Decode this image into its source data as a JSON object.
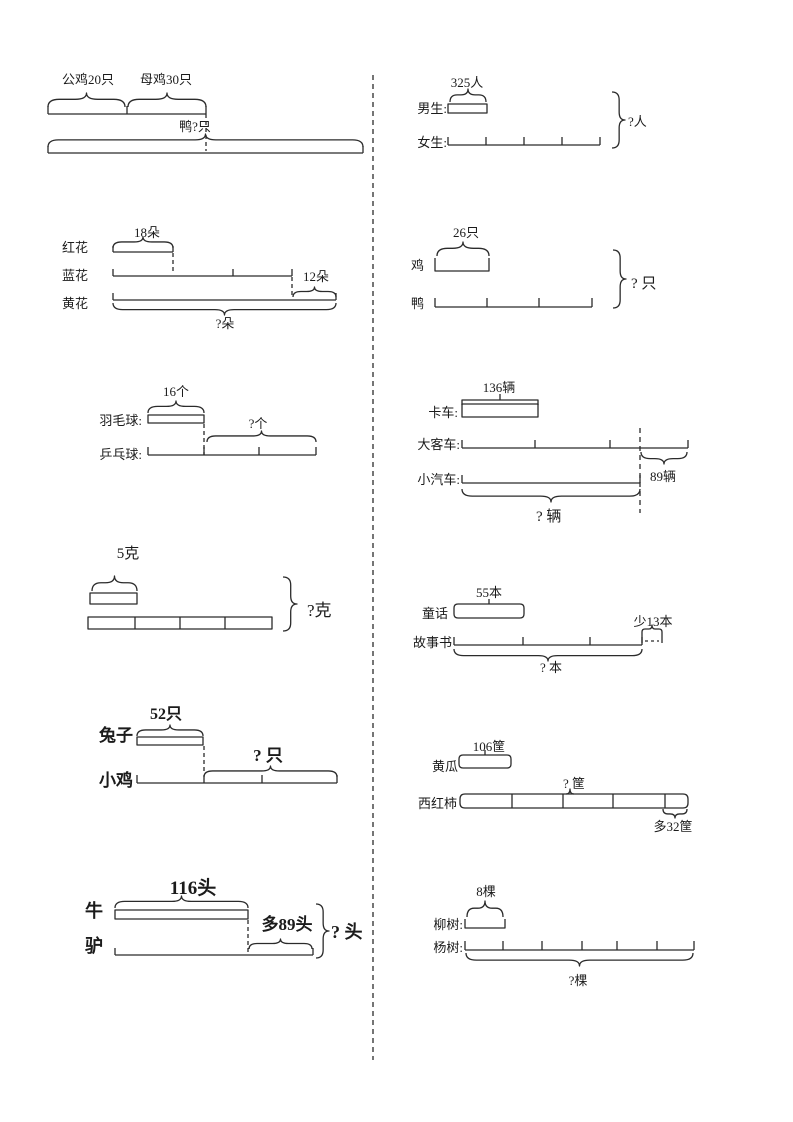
{
  "worksheet": {
    "left": {
      "chickens": {
        "rooster": "公鸡20只",
        "hen": "母鸡30只",
        "duck": "鸭?只"
      },
      "flowers": {
        "red": "红花",
        "blue": "蓝花",
        "yellow": "黄花",
        "red_count": "18朵",
        "extra": "12朵",
        "total": "?朵"
      },
      "balls": {
        "badminton": "羽毛球:",
        "pingpong": "乒乓球:",
        "count": "16个",
        "extra": "?个"
      },
      "grams": {
        "count": "5克",
        "total": "?克"
      },
      "rabbits": {
        "rabbit": "兔子",
        "chick": "小鸡",
        "count": "52只",
        "extra": "? 只"
      },
      "cattle": {
        "cow": "牛",
        "donkey": "驴",
        "count": "116头",
        "more": "多89头",
        "total": "? 头"
      }
    },
    "right": {
      "students": {
        "boys": "男生:",
        "girls": "女生:",
        "count": "325人",
        "total": "?人"
      },
      "poultry": {
        "chicken": "鸡",
        "duck": "鸭",
        "count": "26只",
        "total": "? 只"
      },
      "vehicles": {
        "truck": "卡车:",
        "bus": "大客车:",
        "car": "小汽车:",
        "count": "136辆",
        "extra": "89辆",
        "total": "? 辆"
      },
      "books": {
        "fairy": "童话",
        "story": "故事书",
        "count": "55本",
        "less": "少13本",
        "total": "? 本"
      },
      "vegetables": {
        "cucumber": "黄瓜",
        "tomato": "西红柿",
        "count": "106筐",
        "question": "? 筐",
        "more": "多32筐"
      },
      "trees": {
        "willow": "柳树:",
        "poplar": "杨树:",
        "count": "8棵",
        "total": "?棵"
      }
    }
  }
}
